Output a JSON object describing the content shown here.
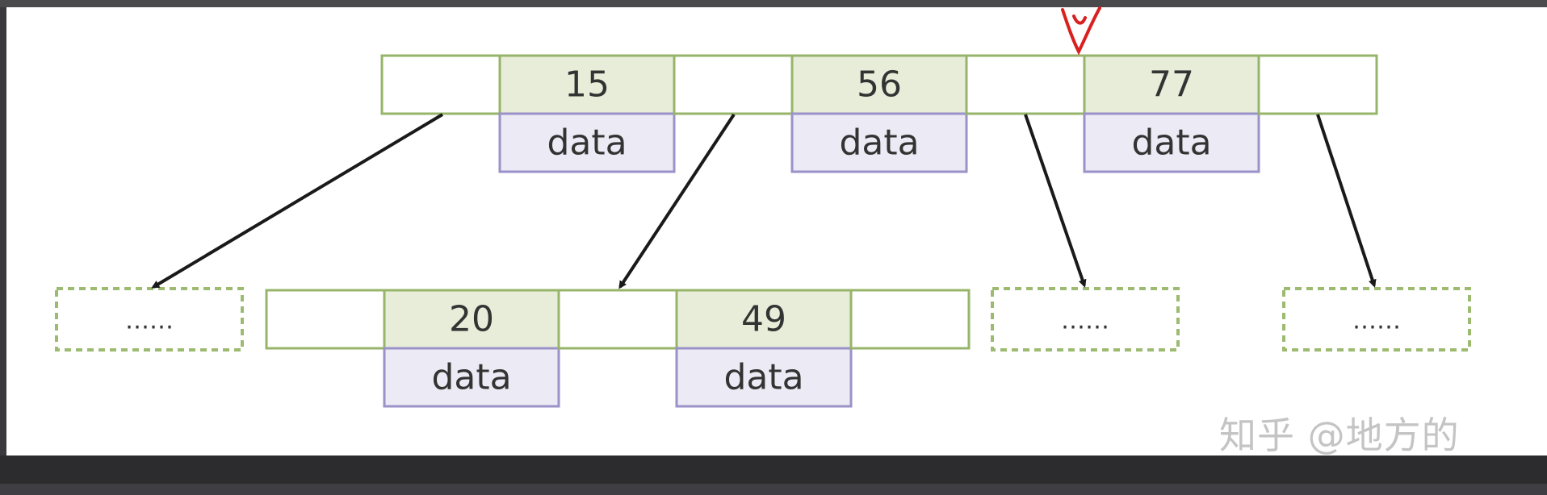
{
  "diagram": {
    "root_node": {
      "keys": [
        "15",
        "56",
        "77"
      ],
      "data_labels": [
        "data",
        "data",
        "data"
      ]
    },
    "child_node": {
      "keys": [
        "20",
        "49"
      ],
      "data_labels": [
        "data",
        "data"
      ]
    },
    "placeholder_label": "……",
    "watermark": "知乎 @地方的"
  },
  "colors": {
    "key_cell_fill": "#e8edd9",
    "pointer_cell_fill": "#ffffff",
    "node_border": "#97b56a",
    "data_cell_fill": "#ecebf5",
    "data_cell_border": "#9a92c8",
    "placeholder_border": "#9dbb70",
    "arrow": "#1a1a1a",
    "pen_mark": "#d92020",
    "text": "#333333"
  }
}
